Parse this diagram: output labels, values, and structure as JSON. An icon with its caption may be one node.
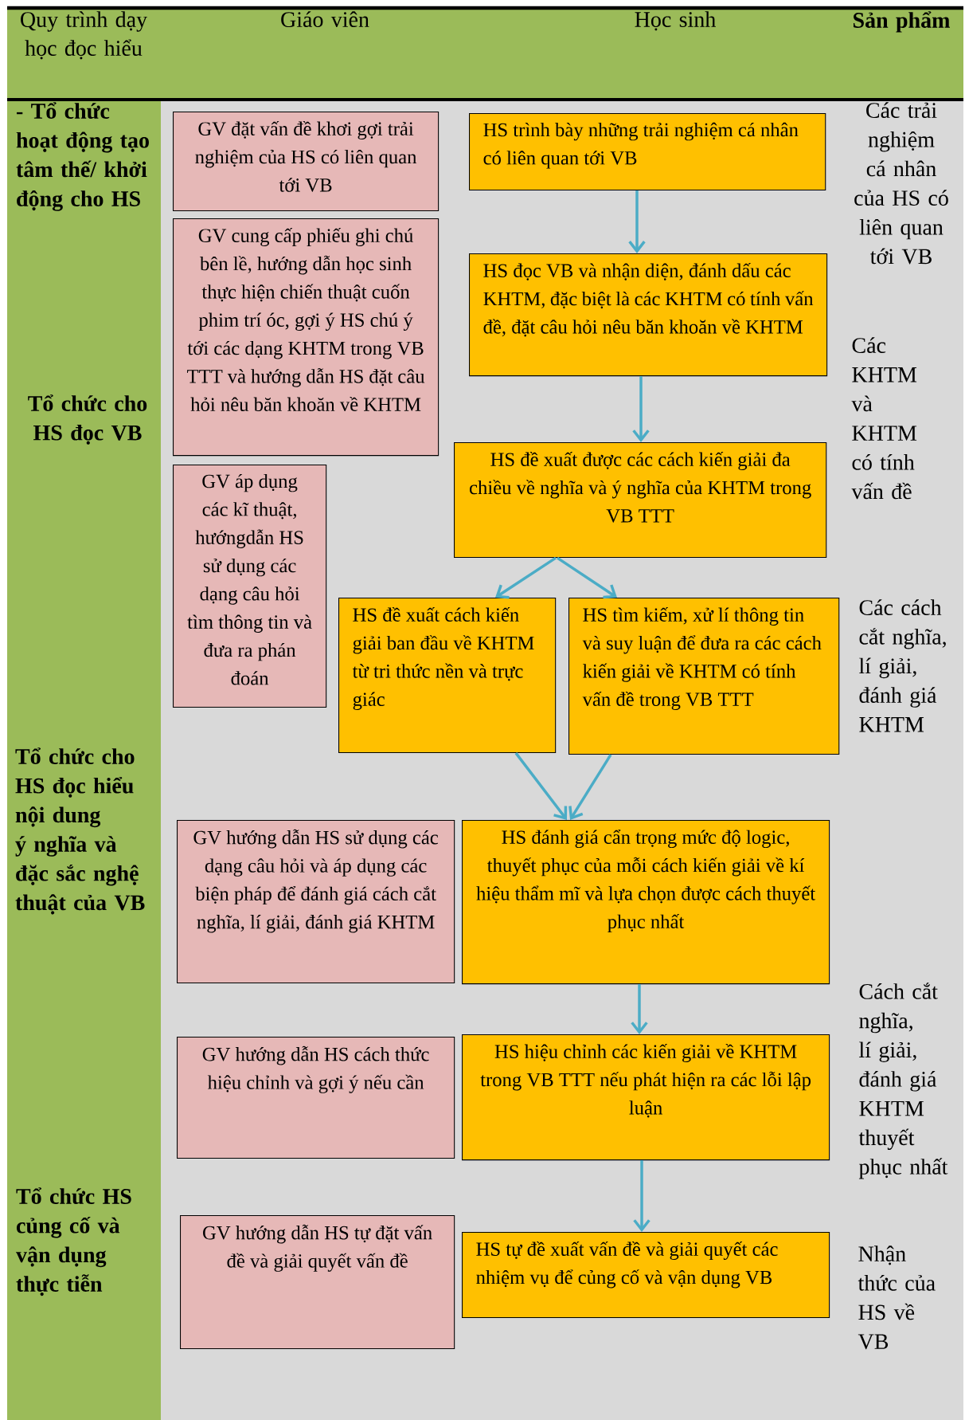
{
  "diagram": {
    "nodes": [
      {
        "text": [
          "GV đặt vấn đề khơi gợi trải nghiệm của HS có liên quan tới VB"
        ]
      },
      {
        "text": [
          "HS trình bày những trải nghiệm cá nhân có liên quan tới VB"
        ]
      },
      {
        "text": [
          "GV cung cấp phiếu ghi chú bên lề, hướng dẫn học sinh thực hiện chiến thuật cuốn phim trí óc, gợi ý HS chú ý tới các dạng KHTM trong VB TTT và hướng dẫn HS đặt câu hỏi nêu băn khoăn về KHTM"
        ]
      },
      {
        "text": [
          "HS đọc VB và nhận diện, đánh dấu các KHTM, đặc biệt là các KHTM có tính vấn đề, đặt câu hỏi nêu băn khoăn về KHTM"
        ]
      },
      {
        "text": [
          "HS đề xuất được các cách kiến giải đa chiều về nghĩa và ý nghĩa của KHTM trong VB TTT"
        ]
      },
      {
        "text": [
          "GV áp dụng các kĩ thuật, hướngdẫn HS sử dụng các dạng câu hỏi tìm thông tin và đưa ra phán đoán"
        ]
      },
      {
        "text": [
          "HS đề xuất cách kiến giải ban đầu về KHTM từ tri thức nền và trực giác"
        ]
      },
      {
        "text": [
          "HS tìm kiếm, xử lí thông tin và suy luận để đưa ra các cách kiến giải về KHTM có tính vấn đề trong VB TTT"
        ]
      },
      {
        "text": [
          "GV hướng dẫn HS sử dụng các dạng câu hỏi và áp dụng các biện pháp để đánh giá cách cắt nghĩa, lí giải, đánh giá KHTM"
        ]
      },
      {
        "text": [
          "HS đánh giá cẩn trọng mức độ logic, thuyết phục của mỗi cách kiến giải về kí hiệu thẩm mĩ và lựa chọn được cách thuyết phục nhất"
        ]
      },
      {
        "text": [
          "GV hướng dẫn HS cách thức hiệu chỉnh và gợi ý nếu cần"
        ]
      },
      {
        "text": [
          "HS hiệu chỉnh các kiến giải về KHTM trong VB TTT nếu phát hiện ra các lỗi lập luận"
        ]
      },
      {
        "text": [
          "GV hướng dẫn HS tự đặt vấn đề và giải quyết vấn đề"
        ]
      },
      {
        "text": [
          "HS tự đề xuất vấn đề và giải quyết các nhiệm vụ để củng cố và vận dụng VB"
        ]
      }
    ],
    "edges": [
      {
        "from": 1,
        "to": 3,
        "arrow": "to"
      },
      {
        "from": 3,
        "to": 4,
        "arrow": "to"
      },
      {
        "from": 4,
        "to": 6,
        "arrow": "to"
      },
      {
        "from": 4,
        "to": 7,
        "arrow": "to"
      },
      {
        "from": 6,
        "to": 9,
        "arrow": "to"
      },
      {
        "from": 7,
        "to": 9,
        "arrow": "to"
      },
      {
        "from": 9,
        "to": 11,
        "arrow": "to"
      },
      {
        "from": 11,
        "to": 13,
        "arrow": "to"
      }
    ],
    "labels": [
      "Quy trình dạy học đọc hiểu",
      "Giáo viên",
      "Học sinh",
      "Sản phẩm",
      "- Tổ chức hoạt động tạo tâm thế/ khởi động cho HS",
      "Các trải nghiệm cá nhân của HS có liên quan tới VB",
      "Các KHTM và KHTM có tính vấn đề",
      "Tổ chức cho HS đọc VB",
      "Các cách cắt nghĩa, lí giải, đánh giá KHTM",
      "Tổ chức cho HS đọc hiểu nội dung ý nghĩa và đặc sắc nghệ thuật của VB",
      "Cách cắt nghĩa, lí giải, đánh giá KHTM thuyết phục nhất",
      "Tổ chức HS củng cố và vận dụng thực tiễn",
      "Nhận thức của HS về VB"
    ]
  }
}
